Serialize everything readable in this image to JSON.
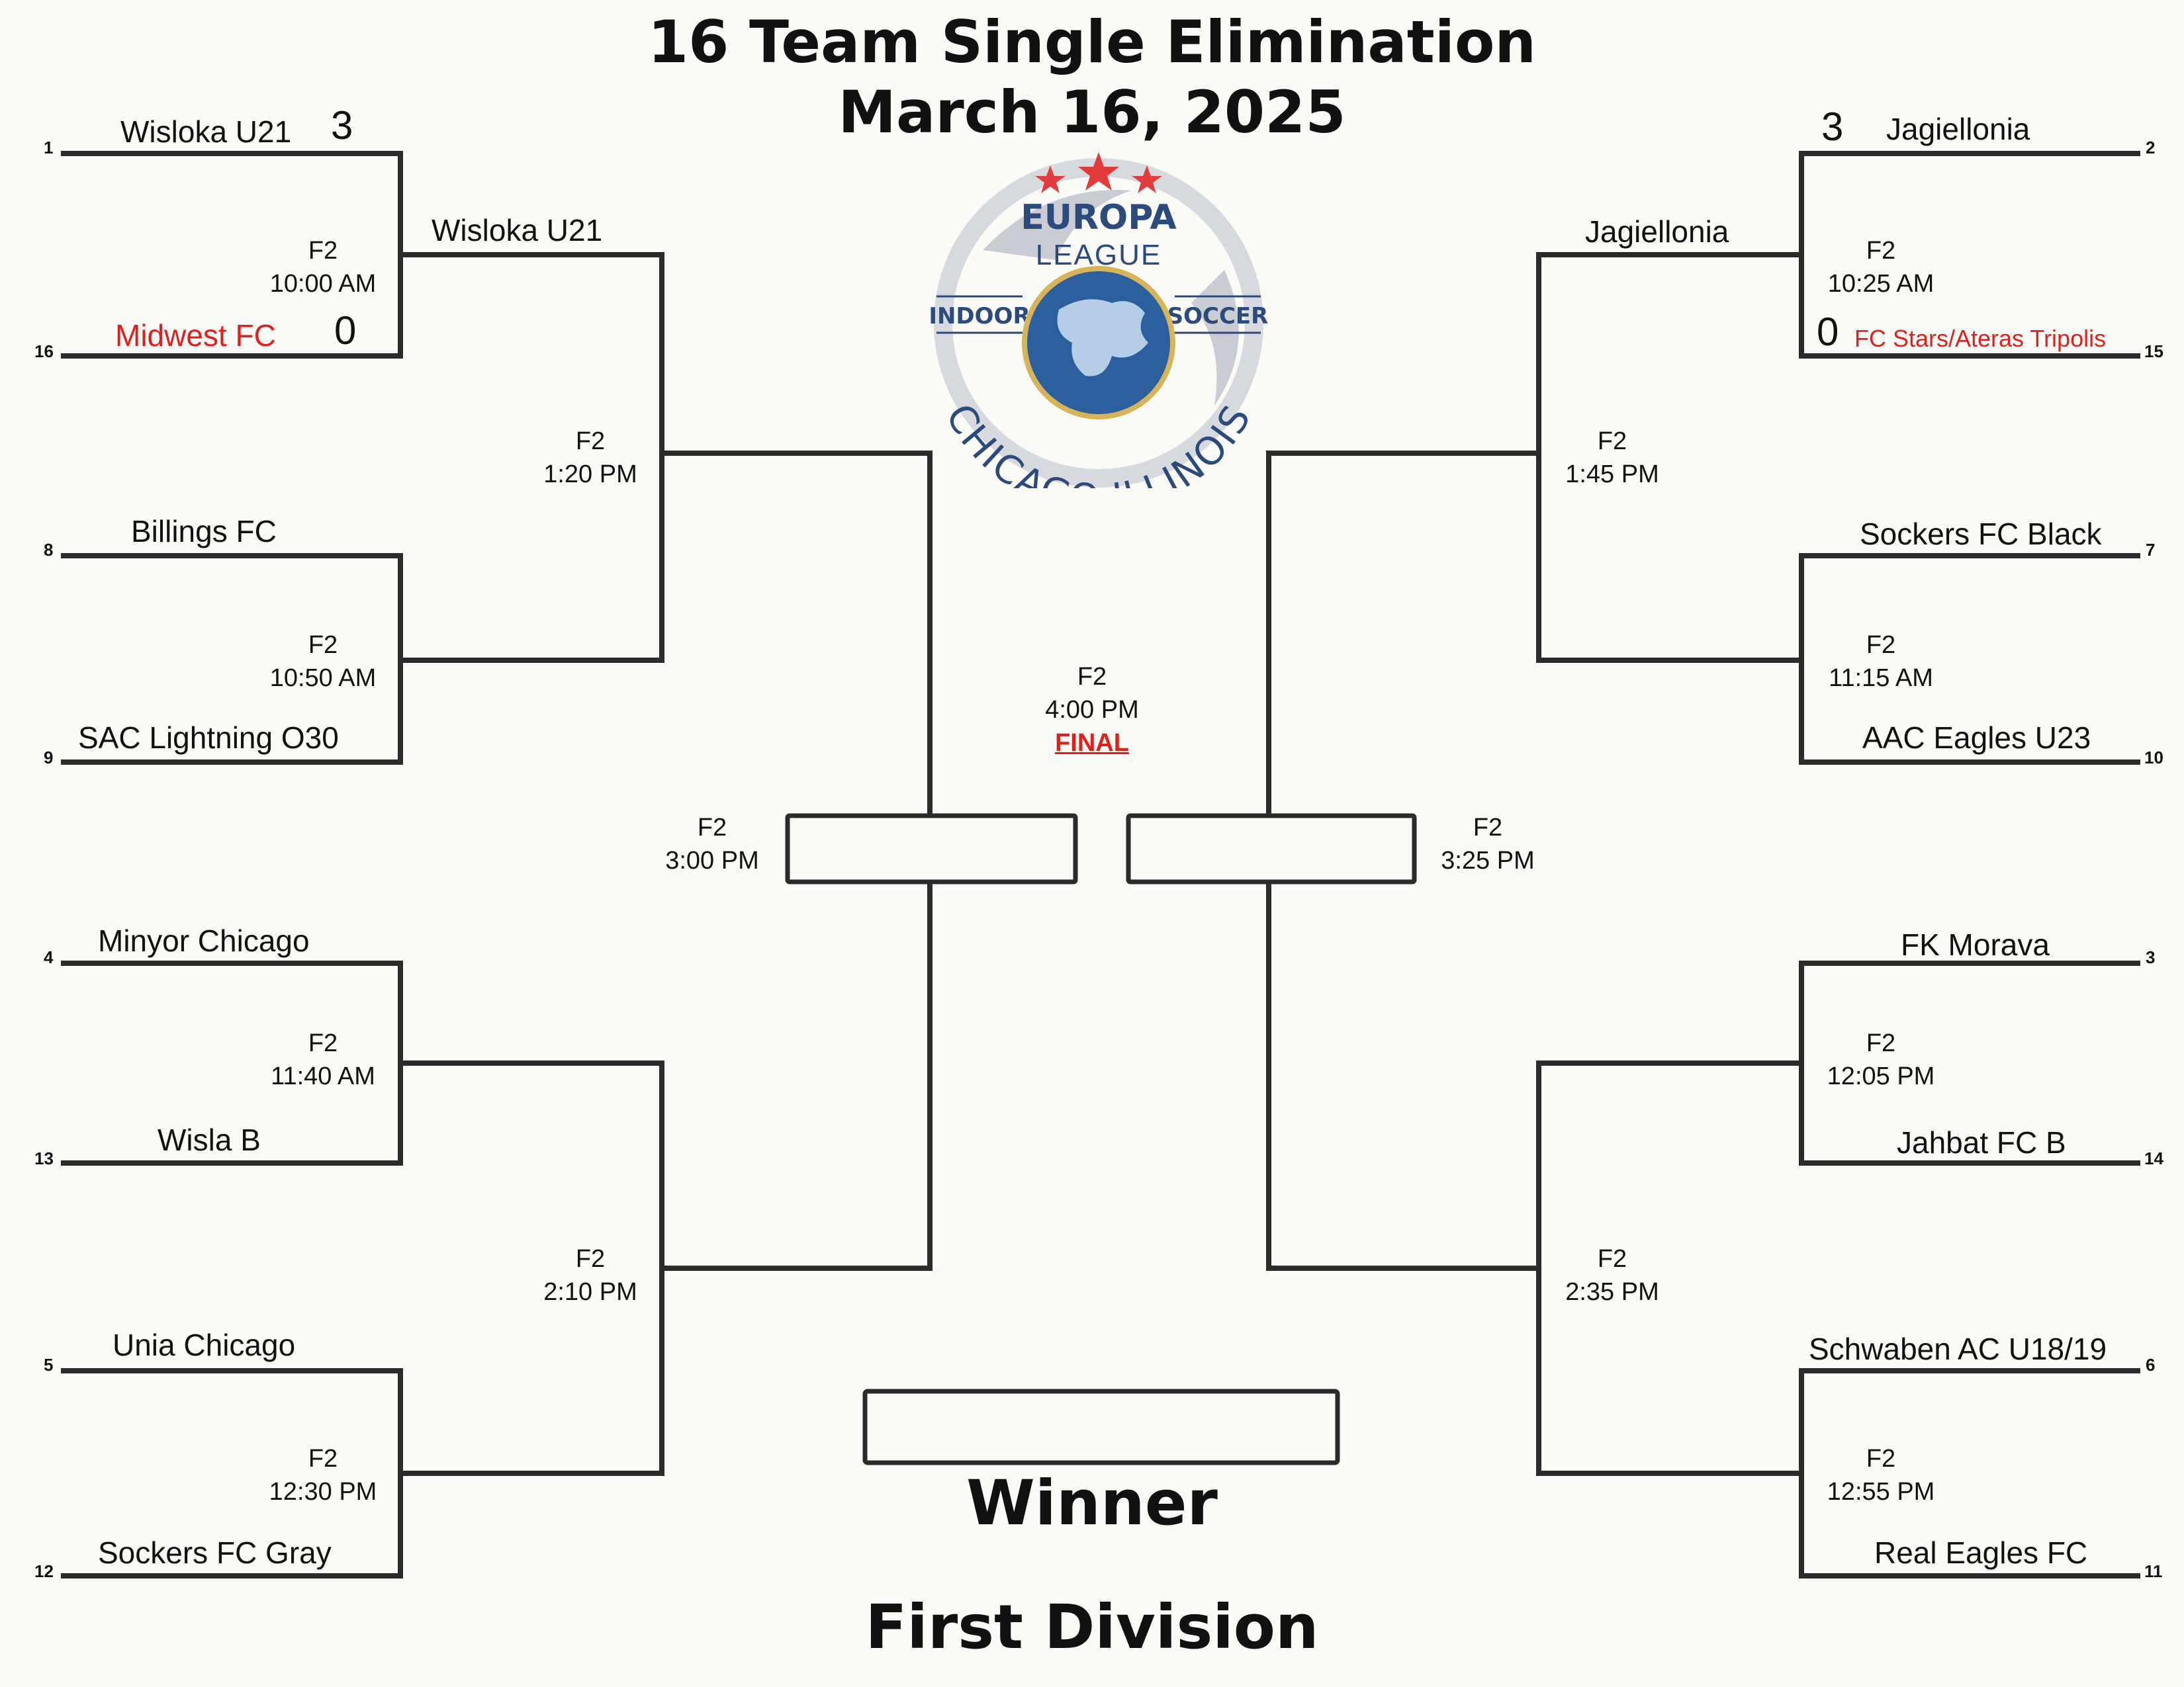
{
  "title": "16 Team Single Elimination",
  "date": "March 16, 2025",
  "logo": {
    "line1": "EUROPA",
    "line2": "LEAGUE",
    "left": "INDOOR",
    "right": "SOCCER",
    "arc": "CHICAGO ILLINOIS",
    "colors": {
      "stars": "#e23b3b",
      "globe": "#2c5f9e",
      "text": "#2c4a7c",
      "ring": "#c9ccd2"
    }
  },
  "teams": {
    "wisloka": "Wisloka U21",
    "midwest": "Midwest FC",
    "billings": "Billings FC",
    "sac": "SAC Lightning O30",
    "minyor": "Minyor Chicago",
    "wisla": "Wisla B",
    "unia": "Unia Chicago",
    "sockers_gray": "Sockers FC Gray",
    "jagiellonia": "Jagiellonia",
    "fc_stars": "FC Stars/Ateras Tripolis",
    "sockers_black": "Sockers FC Black",
    "aac": "AAC Eagles U23",
    "morava": "FK Morava",
    "jahbat": "Jahbat FC B",
    "schwaben": "Schwaben AC U18/19",
    "real_eagles": "Real Eagles FC"
  },
  "round2": {
    "left_top": "Wisloka U21",
    "right_top": "Jagiellonia"
  },
  "seeds": {
    "s1": "1",
    "s16": "16",
    "s8": "8",
    "s9": "9",
    "s4": "4",
    "s13": "13",
    "s5": "5",
    "s12": "12",
    "s2": "2",
    "s15": "15",
    "s7": "7",
    "s10": "10",
    "s3": "3",
    "s14": "14",
    "s6": "6",
    "s11": "11"
  },
  "scores": {
    "wisloka": "3",
    "midwest": "0",
    "jagiellonia": "3",
    "fc_stars": "0"
  },
  "games": {
    "g1": {
      "field": "F2",
      "time": "10:00 AM"
    },
    "g2": {
      "field": "F2",
      "time": "10:50 AM"
    },
    "g3": {
      "field": "F2",
      "time": "11:40 AM"
    },
    "g4": {
      "field": "F2",
      "time": "12:30 PM"
    },
    "g5": {
      "field": "F2",
      "time": "10:25 AM"
    },
    "g6": {
      "field": "F2",
      "time": "11:15 AM"
    },
    "g7": {
      "field": "F2",
      "time": "12:05 PM"
    },
    "g8": {
      "field": "F2",
      "time": "12:55 PM"
    },
    "q1": {
      "field": "F2",
      "time": "1:20 PM"
    },
    "q2": {
      "field": "F2",
      "time": "2:10 PM"
    },
    "q3": {
      "field": "F2",
      "time": "1:45 PM"
    },
    "q4": {
      "field": "F2",
      "time": "2:35 PM"
    },
    "s1": {
      "field": "F2",
      "time": "3:00 PM"
    },
    "s2": {
      "field": "F2",
      "time": "3:25 PM"
    },
    "final": {
      "field": "F2",
      "time": "4:00 PM",
      "label": "FINAL"
    }
  },
  "winner_label": "Winner",
  "division": "First Division",
  "colors": {
    "line": "#2b2b2b",
    "loser": "#e0201c",
    "background": "#fafaf6"
  }
}
